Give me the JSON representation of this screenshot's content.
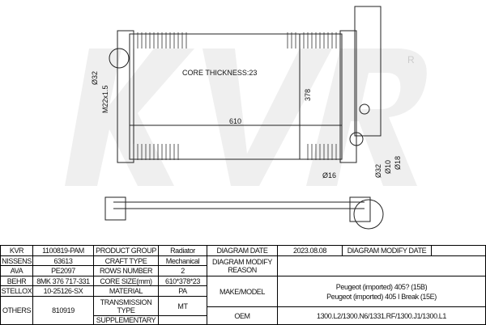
{
  "drawing": {
    "core_thickness": "CORE THICKNESS:23",
    "width": "610",
    "height": "378",
    "d32": "Ø32",
    "m22": "M22x1.5",
    "d16": "Ø16",
    "d32b": "Ø32",
    "d10": "Ø10",
    "d18": "Ø18",
    "watermark": "KVR",
    "registered": "R"
  },
  "table": {
    "kvr_label": "KVR",
    "kvr": "1100819-PAM",
    "nissens_label": "NISSENS",
    "nissens": "63613",
    "ava_label": "AVA",
    "ava": "PE2097",
    "behr_label": "BEHR",
    "behr": "8MK 376 717-331",
    "stellox_label": "STELLOX",
    "stellox": "10-25126-SX",
    "others_label": "OTHERS",
    "others": "810919",
    "product_group_label": "PRODUCT GROUP",
    "product_group": "Radiator",
    "craft_type_label": "CRAFT TYPE",
    "craft_type": "Mechanical",
    "rows_number_label": "ROWS NUMBER",
    "rows_number": "2",
    "core_size_label": "CORE SIZE(mm)",
    "core_size": "610*378*23",
    "material_label": "MATERIAL",
    "material": "PA",
    "transmission_label": "TRANSMISSION TYPE",
    "transmission": "MT",
    "supplementary_label": "SUPPLEMENTARY",
    "diagram_date_label": "DIAGRAM DATE",
    "diagram_date": "2023.08.08",
    "diagram_modify_date_label": "DIAGRAM MODIFY DATE",
    "modify_reason_label": "DIAGRAM MODIFY REASON",
    "make_model_label": "MAKE/MODEL",
    "make_model_1": "Peugeot (imported) 405? (15B)",
    "make_model_2": "Peugeot (imported) 405 I Break (15E)",
    "oem_label": "OEM",
    "oem": "1300.L2/1300.N6/1331.RF/1300.J1/1300.L1"
  }
}
